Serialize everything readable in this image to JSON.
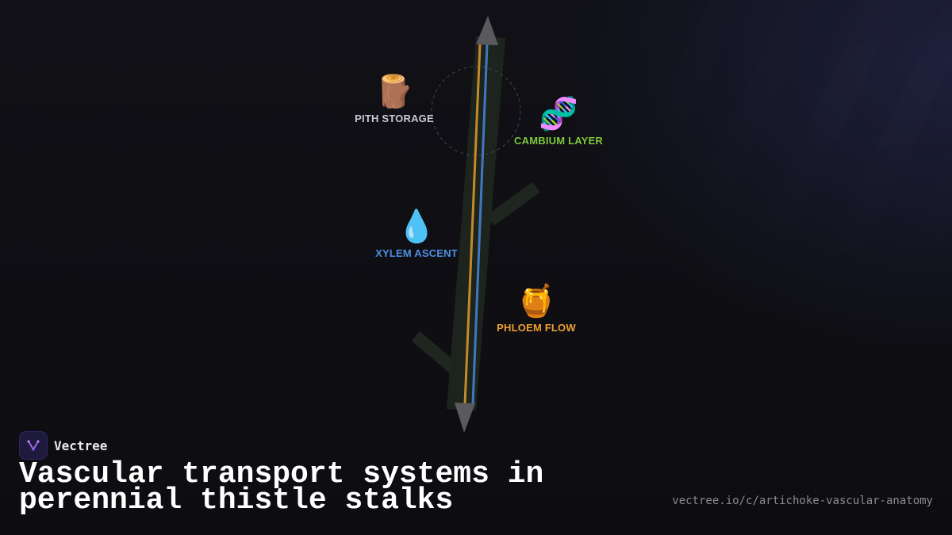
{
  "brand": {
    "name": "Vectree"
  },
  "title": "Vascular transport systems in perennial thistle stalks",
  "url": "vectree.io/c/artichoke-vascular-anatomy",
  "colors": {
    "phloem": "#c48a2a",
    "xylem": "#3f78c0",
    "cambium": "#7ec83a",
    "pith": "#c9c9cf",
    "xylem_label": "#4f8fe0",
    "phloem_label": "#f0a030",
    "accent": "#8a5cf0"
  },
  "nodes": [
    {
      "id": "pith",
      "icon": "🪵",
      "icon_name": "log-icon",
      "label": "PITH STORAGE",
      "color": "#c9c9cf"
    },
    {
      "id": "cambium",
      "icon": "🧬",
      "icon_name": "dna-icon",
      "label": "CAMBIUM LAYER",
      "color": "#7ec83a"
    },
    {
      "id": "xylem",
      "icon": "💧",
      "icon_name": "droplet-icon",
      "label": "XYLEM ASCENT",
      "color": "#4f8fe0"
    },
    {
      "id": "phloem",
      "icon": "🍯",
      "icon_name": "honey-pot-icon",
      "label": "PHLOEM FLOW",
      "color": "#f0a030"
    }
  ]
}
